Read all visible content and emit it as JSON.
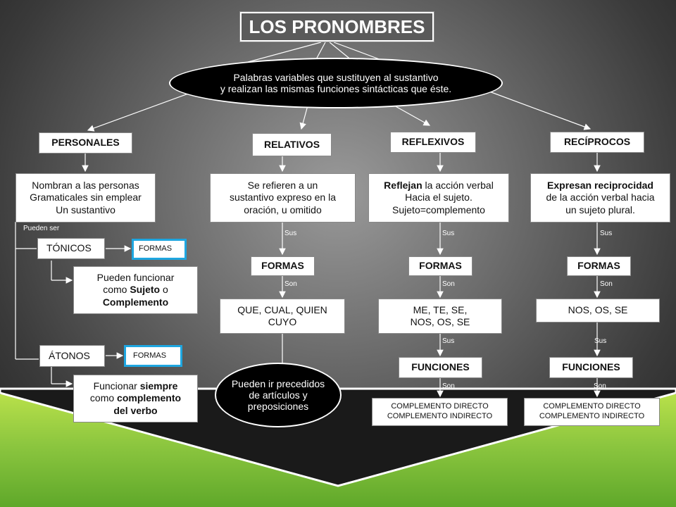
{
  "title": "LOS PRONOMBRES",
  "definition": {
    "line1": "Palabras variables que sustituyen al sustantivo",
    "line2": "y realizan las mismas funciones sintácticas que éste."
  },
  "personales": {
    "header": "PERSONALES",
    "desc": [
      "Nombran a las personas",
      "Gramaticales sin emplear",
      "Un sustantivo"
    ],
    "pueden_ser": "Pueden ser",
    "tonicos": "TÓNICOS",
    "tonicos_formas": "FORMAS",
    "tonicos_desc": {
      "a": "Pueden funcionar",
      "b": "como ",
      "b_bold": "Sujeto",
      "b_end": " o",
      "c": "Complemento"
    },
    "atonos": "ÁTONOS",
    "atonos_formas": "FORMAS",
    "atonos_desc": {
      "a_pre": "Funcionar ",
      "a_bold": "siempre",
      "b_pre": "como ",
      "b_bold": "complemento",
      "c": "del verbo"
    }
  },
  "relativos": {
    "header": "RELATIVOS",
    "desc": [
      "Se refieren a un",
      "sustantivo expreso en la",
      "oración, u omitido"
    ],
    "sus": "Sus",
    "formas": "FORMAS",
    "son": "Son",
    "values": [
      "QUE, CUAL, QUIEN",
      "CUYO"
    ],
    "note": [
      "Pueden ir precedidos",
      "de artículos y",
      "preposiciones"
    ]
  },
  "reflexivos": {
    "header": "REFLEXIVOS",
    "desc_bold": "Reflejan",
    "desc": [
      " la acción verbal",
      "Hacia el sujeto.",
      "Sujeto=complemento"
    ],
    "sus": "Sus",
    "formas": "FORMAS",
    "son": "Son",
    "values": [
      "ME, TE, SE,",
      "NOS, OS, SE"
    ],
    "sus2": "Sus",
    "funciones": "FUNCIONES",
    "son2": "Son",
    "complementos": [
      "COMPLEMENTO DIRECTO",
      "COMPLEMENTO INDIRECTO"
    ]
  },
  "reciprocos": {
    "header": "RECÍPROCOS",
    "desc_bold": "Expresan reciprocidad",
    "desc": [
      "de la acción verbal hacia",
      "un sujeto plural."
    ],
    "sus": "Sus",
    "formas": "FORMAS",
    "son": "Son",
    "values": [
      "NOS, OS, SE"
    ],
    "sus2": "Sus",
    "funciones": "FUNCIONES",
    "son2": "Son",
    "complementos": [
      "COMPLEMENTO DIRECTO",
      "COMPLEMENTO INDIRECTO"
    ]
  }
}
